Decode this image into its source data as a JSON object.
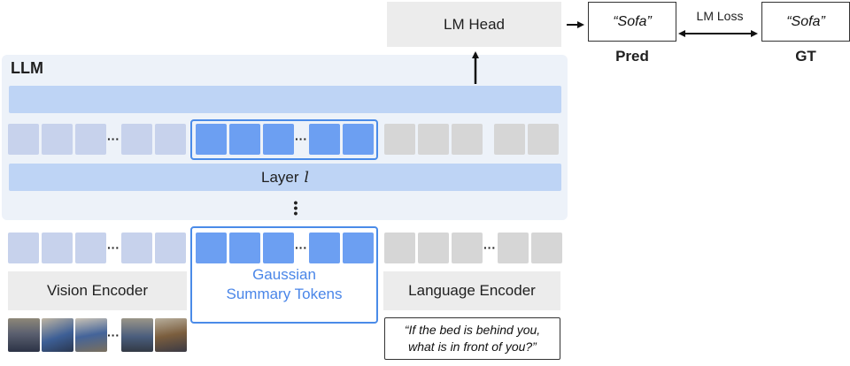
{
  "llm": {
    "label": "LLM",
    "layer_label": "Layer",
    "layer_var": "l",
    "vertical_dots": "⋮"
  },
  "tokens": {
    "ellipsis": "···"
  },
  "encoders": {
    "vision": "Vision Encoder",
    "gaussian_line1": "Gaussian",
    "gaussian_line2": "Summary Tokens",
    "language": "Language Encoder"
  },
  "question": {
    "line1": "“If the bed is behind you,",
    "line2": "what is in front of you?”"
  },
  "head": {
    "label": "LM Head"
  },
  "output": {
    "pred_word": "“Sofa”",
    "pred_label": "Pred",
    "gt_word": "“Sofa”",
    "gt_label": "GT",
    "loss_label": "LM Loss"
  },
  "colors": {
    "vision_token": "#c7d2ec",
    "gaussian_token": "#6c9ff2",
    "language_token": "#d6d6d6",
    "gaussian_outline": "#4a8be8",
    "llm_band": "#bed4f5",
    "llm_panel": "#edf2f9"
  },
  "icons": {
    "thumbnails": "room-scene-image"
  }
}
